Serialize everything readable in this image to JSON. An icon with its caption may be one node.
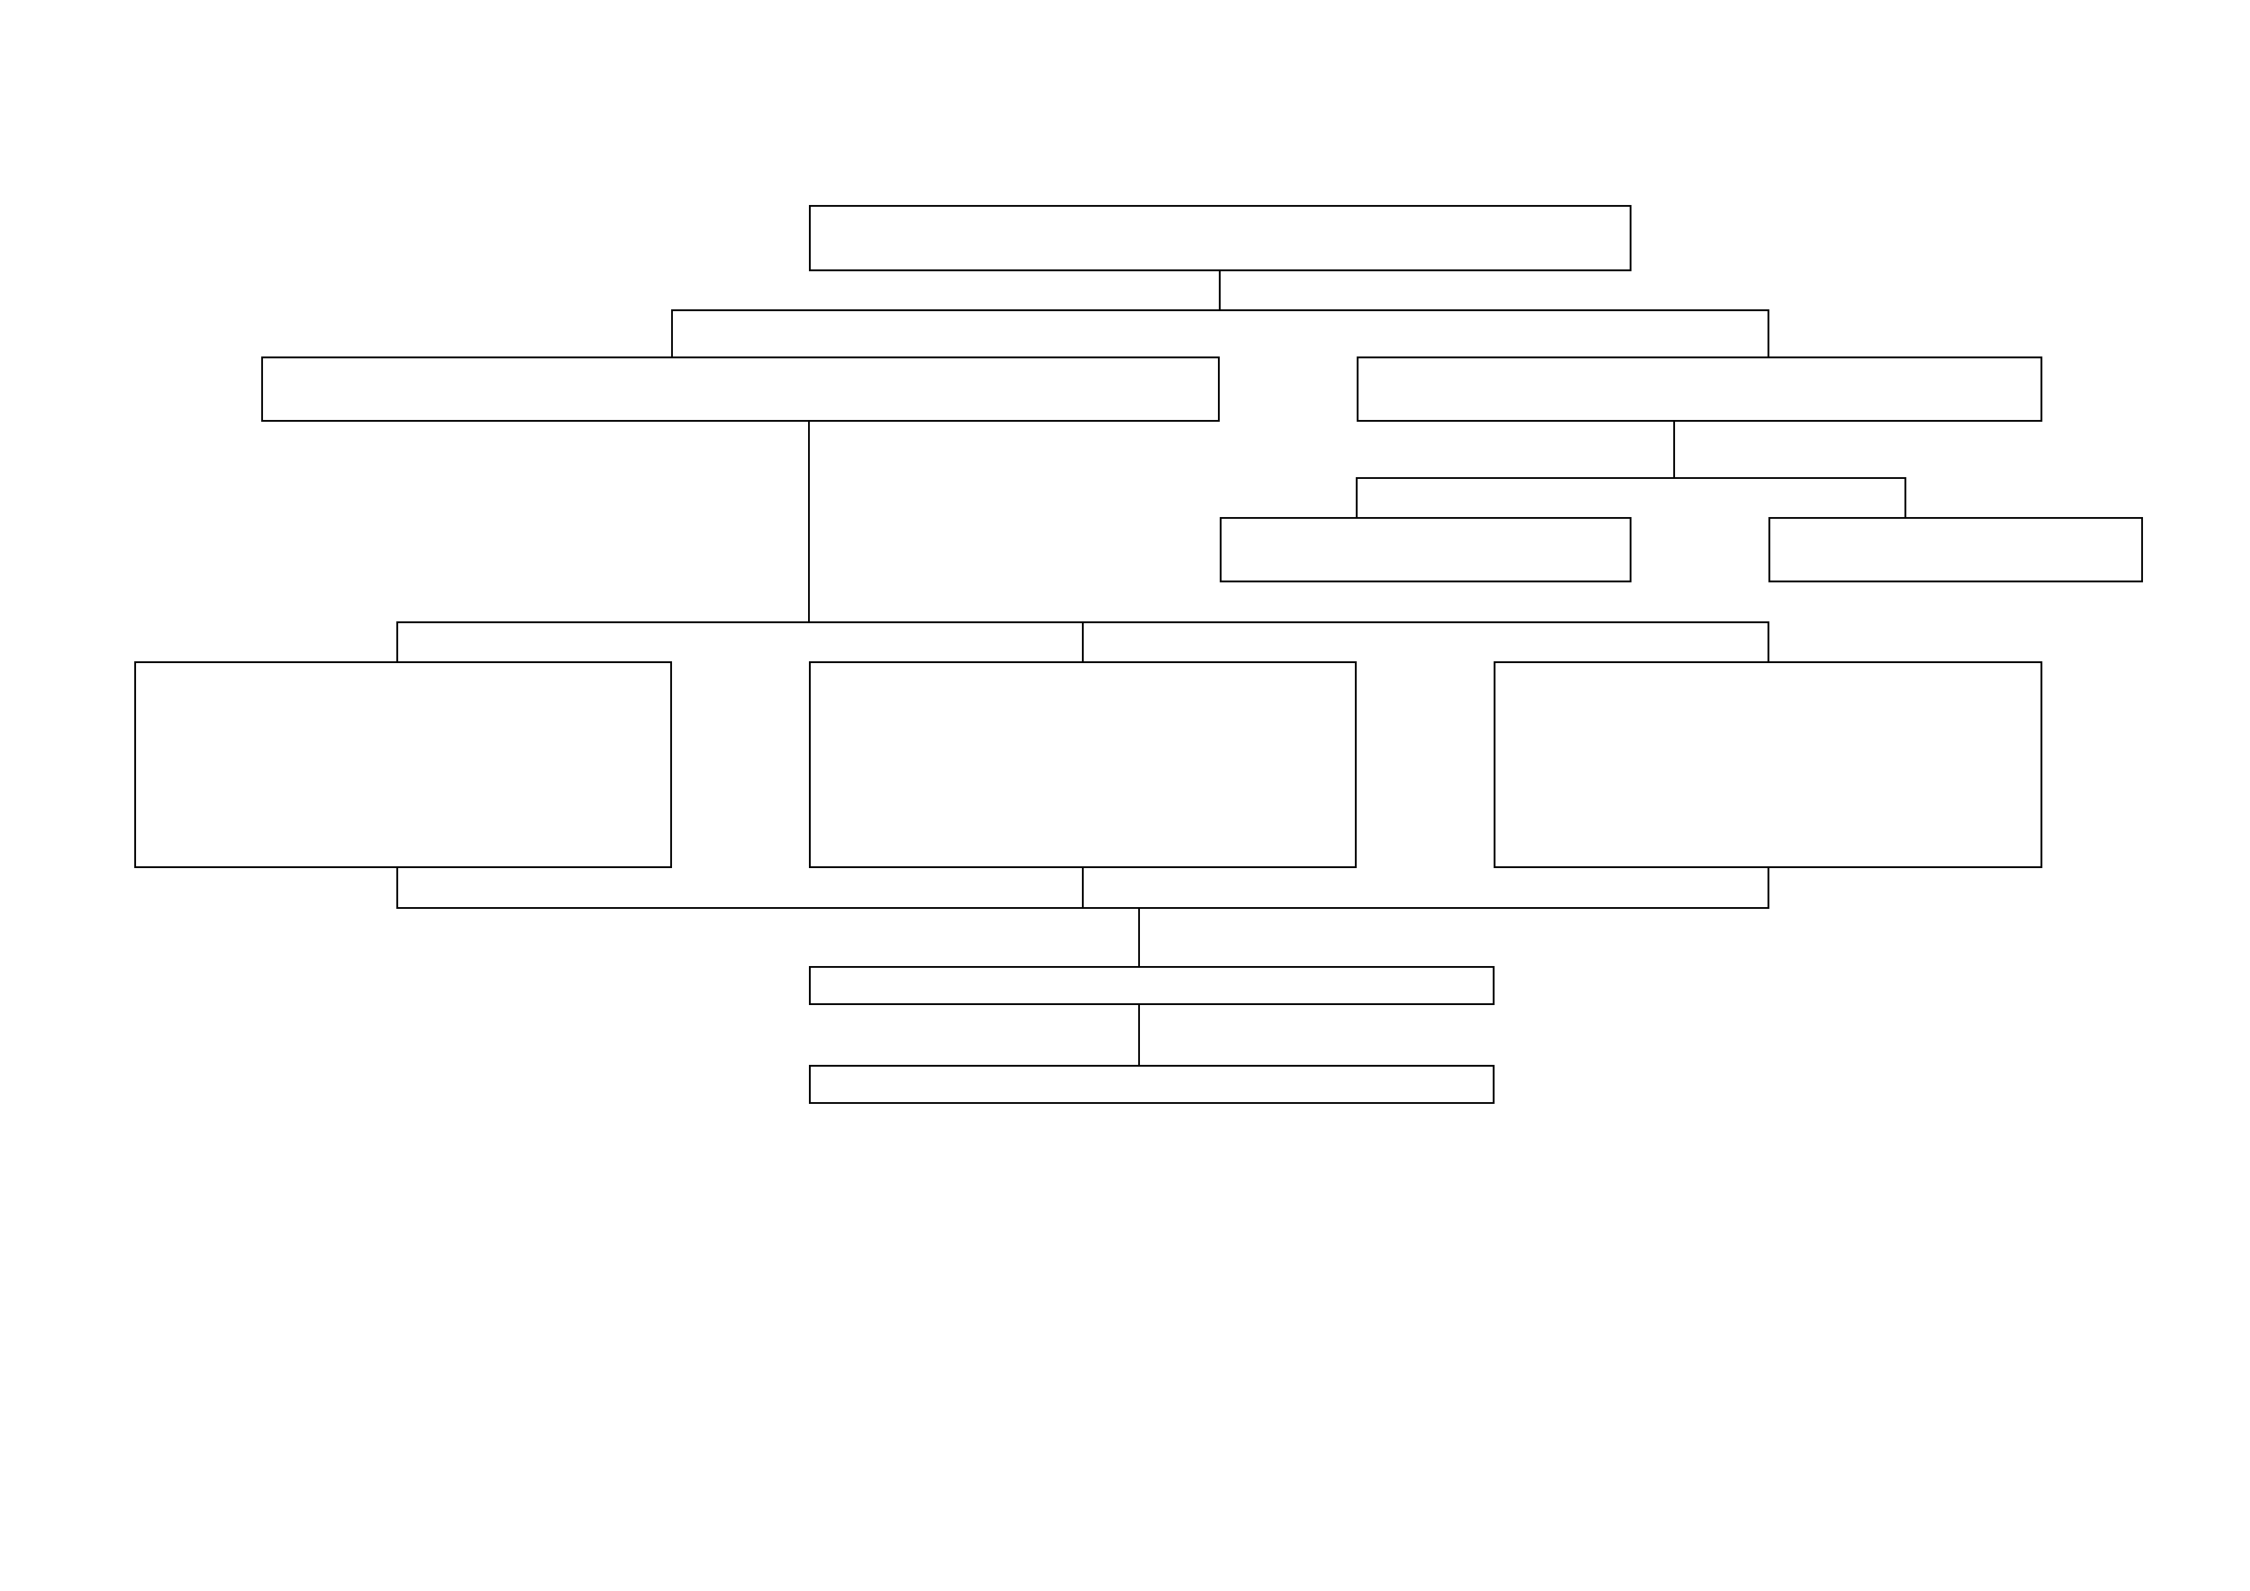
{
  "diagram": {
    "nodes": [
      {
        "text": [],
        "shape": "box"
      },
      {
        "text": [],
        "shape": "box"
      },
      {
        "text": [],
        "shape": "box"
      },
      {
        "text": [],
        "shape": "box"
      },
      {
        "text": [],
        "shape": "box"
      },
      {
        "text": [],
        "shape": "box"
      },
      {
        "text": [],
        "shape": "box"
      },
      {
        "text": [],
        "shape": "box"
      },
      {
        "text": [],
        "shape": "box"
      },
      {
        "text": [],
        "shape": "box"
      }
    ],
    "edges": [
      {
        "from": 0,
        "to": 1,
        "arrow": "none"
      },
      {
        "from": 0,
        "to": 2,
        "arrow": "none"
      },
      {
        "from": 1,
        "to": 5,
        "arrow": "none"
      },
      {
        "from": 1,
        "to": 6,
        "arrow": "none"
      },
      {
        "from": 1,
        "to": 7,
        "arrow": "none"
      },
      {
        "from": 2,
        "to": 3,
        "arrow": "none"
      },
      {
        "from": 2,
        "to": 4,
        "arrow": "none"
      },
      {
        "from": 5,
        "to": 8,
        "arrow": "none"
      },
      {
        "from": 6,
        "to": 8,
        "arrow": "none"
      },
      {
        "from": 7,
        "to": 8,
        "arrow": "none"
      },
      {
        "from": 8,
        "to": 9,
        "arrow": "none"
      }
    ]
  }
}
